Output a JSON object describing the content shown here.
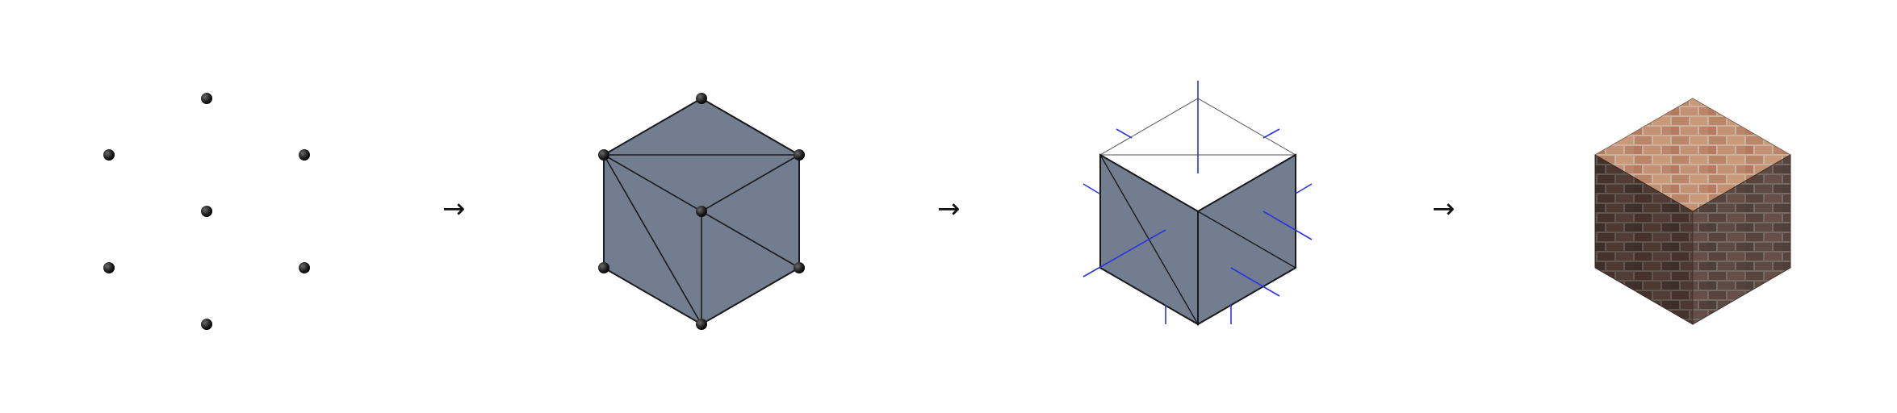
{
  "pipeline": {
    "stages": [
      {
        "name": "vertices"
      },
      {
        "name": "triangles"
      },
      {
        "name": "rasterization"
      },
      {
        "name": "textured-cube"
      }
    ],
    "arrows": [
      "→",
      "→",
      "→"
    ]
  },
  "colors": {
    "background": "#ffffff",
    "vertex": "#1f1f1f",
    "mesh_fill": "#737d90",
    "mesh_edge": "#1a1a1a",
    "normal_lines": "#2a35e0",
    "brick_top": "#b58467",
    "brick_side": "#55413a",
    "mortar": "#c9b6a3"
  },
  "icons": [
    "vertex-dot-icon",
    "arrow-right-icon",
    "brick-texture-icon"
  ]
}
